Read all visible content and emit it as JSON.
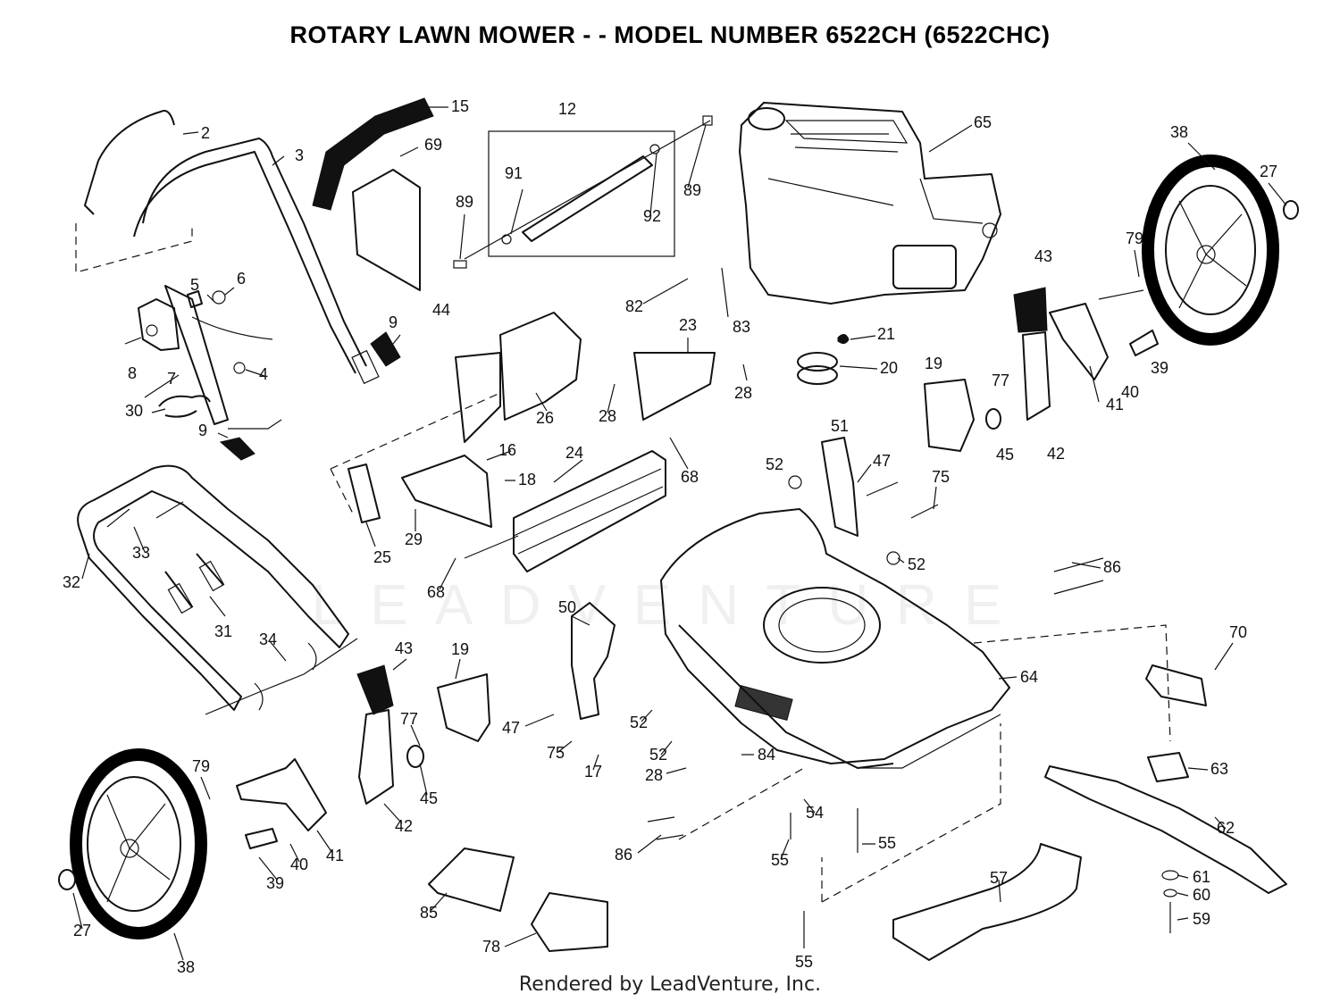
{
  "title": "ROTARY LAWN MOWER - - MODEL NUMBER 6522CH (6522CHC)",
  "footer": "Rendered by LeadVenture, Inc.",
  "watermark": "LEADVENTURE",
  "callouts": [
    {
      "id": "c2",
      "label": "2"
    },
    {
      "id": "c3",
      "label": "3"
    },
    {
      "id": "c15",
      "label": "15"
    },
    {
      "id": "c69",
      "label": "69"
    },
    {
      "id": "c12",
      "label": "12"
    },
    {
      "id": "c91",
      "label": "91"
    },
    {
      "id": "c89a",
      "label": "89"
    },
    {
      "id": "c89b",
      "label": "89"
    },
    {
      "id": "c92",
      "label": "92"
    },
    {
      "id": "c65",
      "label": "65"
    },
    {
      "id": "c38a",
      "label": "38"
    },
    {
      "id": "c27a",
      "label": "27"
    },
    {
      "id": "c79a",
      "label": "79"
    },
    {
      "id": "c43a",
      "label": "43"
    },
    {
      "id": "c82",
      "label": "82"
    },
    {
      "id": "c83",
      "label": "83"
    },
    {
      "id": "c5",
      "label": "5"
    },
    {
      "id": "c6",
      "label": "6"
    },
    {
      "id": "c8",
      "label": "8"
    },
    {
      "id": "c7",
      "label": "7"
    },
    {
      "id": "c4",
      "label": "4"
    },
    {
      "id": "c9a",
      "label": "9"
    },
    {
      "id": "c44",
      "label": "44"
    },
    {
      "id": "c23",
      "label": "23"
    },
    {
      "id": "c21",
      "label": "21"
    },
    {
      "id": "c20",
      "label": "20"
    },
    {
      "id": "c19a",
      "label": "19"
    },
    {
      "id": "c28a",
      "label": "28"
    },
    {
      "id": "c28b",
      "label": "28"
    },
    {
      "id": "c30",
      "label": "30"
    },
    {
      "id": "c9b",
      "label": "9"
    },
    {
      "id": "c26",
      "label": "26"
    },
    {
      "id": "c77a",
      "label": "77"
    },
    {
      "id": "c41a",
      "label": "41"
    },
    {
      "id": "c40a",
      "label": "40"
    },
    {
      "id": "c39a",
      "label": "39"
    },
    {
      "id": "c45a",
      "label": "45"
    },
    {
      "id": "c42a",
      "label": "42"
    },
    {
      "id": "c51",
      "label": "51"
    },
    {
      "id": "c16",
      "label": "16"
    },
    {
      "id": "c24",
      "label": "24"
    },
    {
      "id": "c18",
      "label": "18"
    },
    {
      "id": "c68a",
      "label": "68"
    },
    {
      "id": "c52a",
      "label": "52"
    },
    {
      "id": "c47a",
      "label": "47"
    },
    {
      "id": "c75a",
      "label": "75"
    },
    {
      "id": "c33",
      "label": "33"
    },
    {
      "id": "c29",
      "label": "29"
    },
    {
      "id": "c25",
      "label": "25"
    },
    {
      "id": "c52b",
      "label": "52"
    },
    {
      "id": "c86a",
      "label": "86"
    },
    {
      "id": "c32",
      "label": "32"
    },
    {
      "id": "c68b",
      "label": "68"
    },
    {
      "id": "c31",
      "label": "31"
    },
    {
      "id": "c50",
      "label": "50"
    },
    {
      "id": "c70",
      "label": "70"
    },
    {
      "id": "c34",
      "label": "34"
    },
    {
      "id": "c43b",
      "label": "43"
    },
    {
      "id": "c19b",
      "label": "19"
    },
    {
      "id": "c64",
      "label": "64"
    },
    {
      "id": "c77b",
      "label": "77"
    },
    {
      "id": "c47b",
      "label": "47"
    },
    {
      "id": "c52c",
      "label": "52"
    },
    {
      "id": "c63",
      "label": "63"
    },
    {
      "id": "c79b",
      "label": "79"
    },
    {
      "id": "c75b",
      "label": "75"
    },
    {
      "id": "c52d",
      "label": "52"
    },
    {
      "id": "c84",
      "label": "84"
    },
    {
      "id": "c17",
      "label": "17"
    },
    {
      "id": "c28c",
      "label": "28"
    },
    {
      "id": "c45b",
      "label": "45"
    },
    {
      "id": "c42b",
      "label": "42"
    },
    {
      "id": "c54",
      "label": "54"
    },
    {
      "id": "c62",
      "label": "62"
    },
    {
      "id": "c41b",
      "label": "41"
    },
    {
      "id": "c86b",
      "label": "86"
    },
    {
      "id": "c55a",
      "label": "55"
    },
    {
      "id": "c55b",
      "label": "55"
    },
    {
      "id": "c40b",
      "label": "40"
    },
    {
      "id": "c39b",
      "label": "39"
    },
    {
      "id": "c61",
      "label": "61"
    },
    {
      "id": "c57",
      "label": "57"
    },
    {
      "id": "c60",
      "label": "60"
    },
    {
      "id": "c85",
      "label": "85"
    },
    {
      "id": "c59",
      "label": "59"
    },
    {
      "id": "c27b",
      "label": "27"
    },
    {
      "id": "c78",
      "label": "78"
    },
    {
      "id": "c55c",
      "label": "55"
    },
    {
      "id": "c38b",
      "label": "38"
    }
  ]
}
